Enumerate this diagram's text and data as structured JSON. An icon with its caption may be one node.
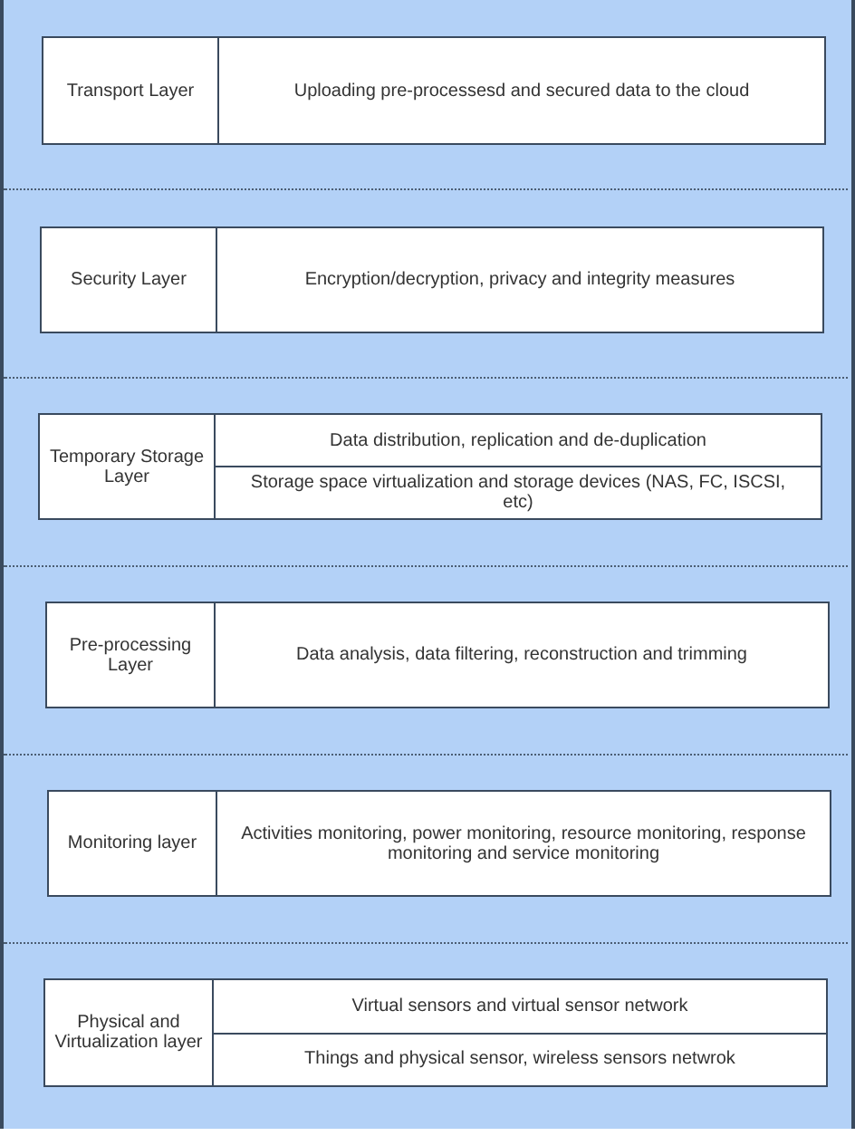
{
  "diagram": {
    "nodes": [
      {
        "text": [
          "Transport Layer",
          "Uploading pre-processesd and secured data to the cloud"
        ]
      },
      {
        "text": [
          "Security Layer",
          "Encryption/decryption, privacy and integrity measures"
        ]
      },
      {
        "text": [
          "Temporary Storage Layer",
          "Data distribution, replication and de-duplication",
          "Storage space virtualization and storage devices (NAS, FC, ISCSI, etc)"
        ]
      },
      {
        "text": [
          "Pre-processing Layer",
          "Data analysis, data filtering, reconstruction and trimming"
        ]
      },
      {
        "text": [
          "Monitoring layer",
          "Activities monitoring, power monitoring, resource monitoring, response monitoring and service monitoring"
        ]
      },
      {
        "text": [
          "Physical and Virtualization layer",
          "Virtual sensors and virtual sensor network",
          "Things and physical sensor, wireless sensors netwrok"
        ]
      }
    ],
    "edges": []
  }
}
